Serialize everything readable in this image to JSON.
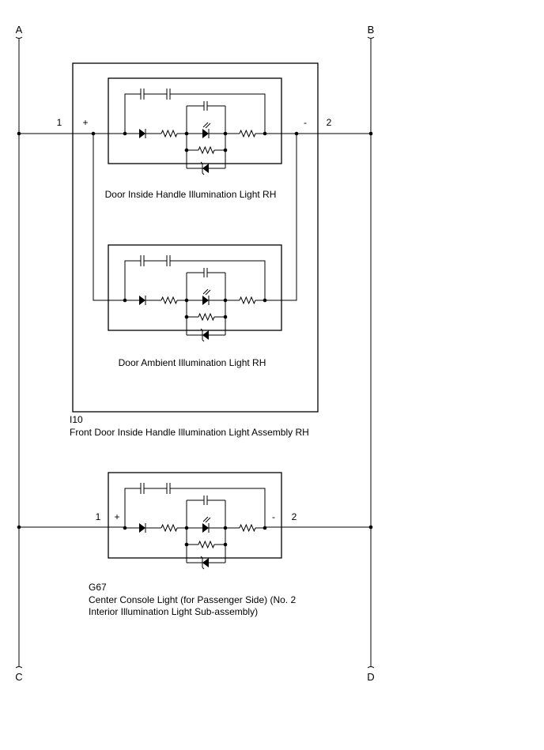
{
  "terminals": {
    "a": "A",
    "b": "B",
    "c": "C",
    "d": "D"
  },
  "i10": {
    "code": "I10",
    "name": "Front Door Inside Handle Illumination Light Assembly RH",
    "pin_in": "1",
    "pin_out": "2",
    "plus": "+",
    "minus": "-",
    "upper_light": "Door Inside Handle Illumination Light RH",
    "lower_light": "Door Ambient Illumination Light RH"
  },
  "g67": {
    "code": "G67",
    "name_line1": "Center Console Light (for Passenger Side) (No. 2",
    "name_line2": "Interior Illumination Light Sub-assembly)",
    "pin_in": "1",
    "pin_out": "2",
    "plus": "+",
    "minus": "-"
  }
}
